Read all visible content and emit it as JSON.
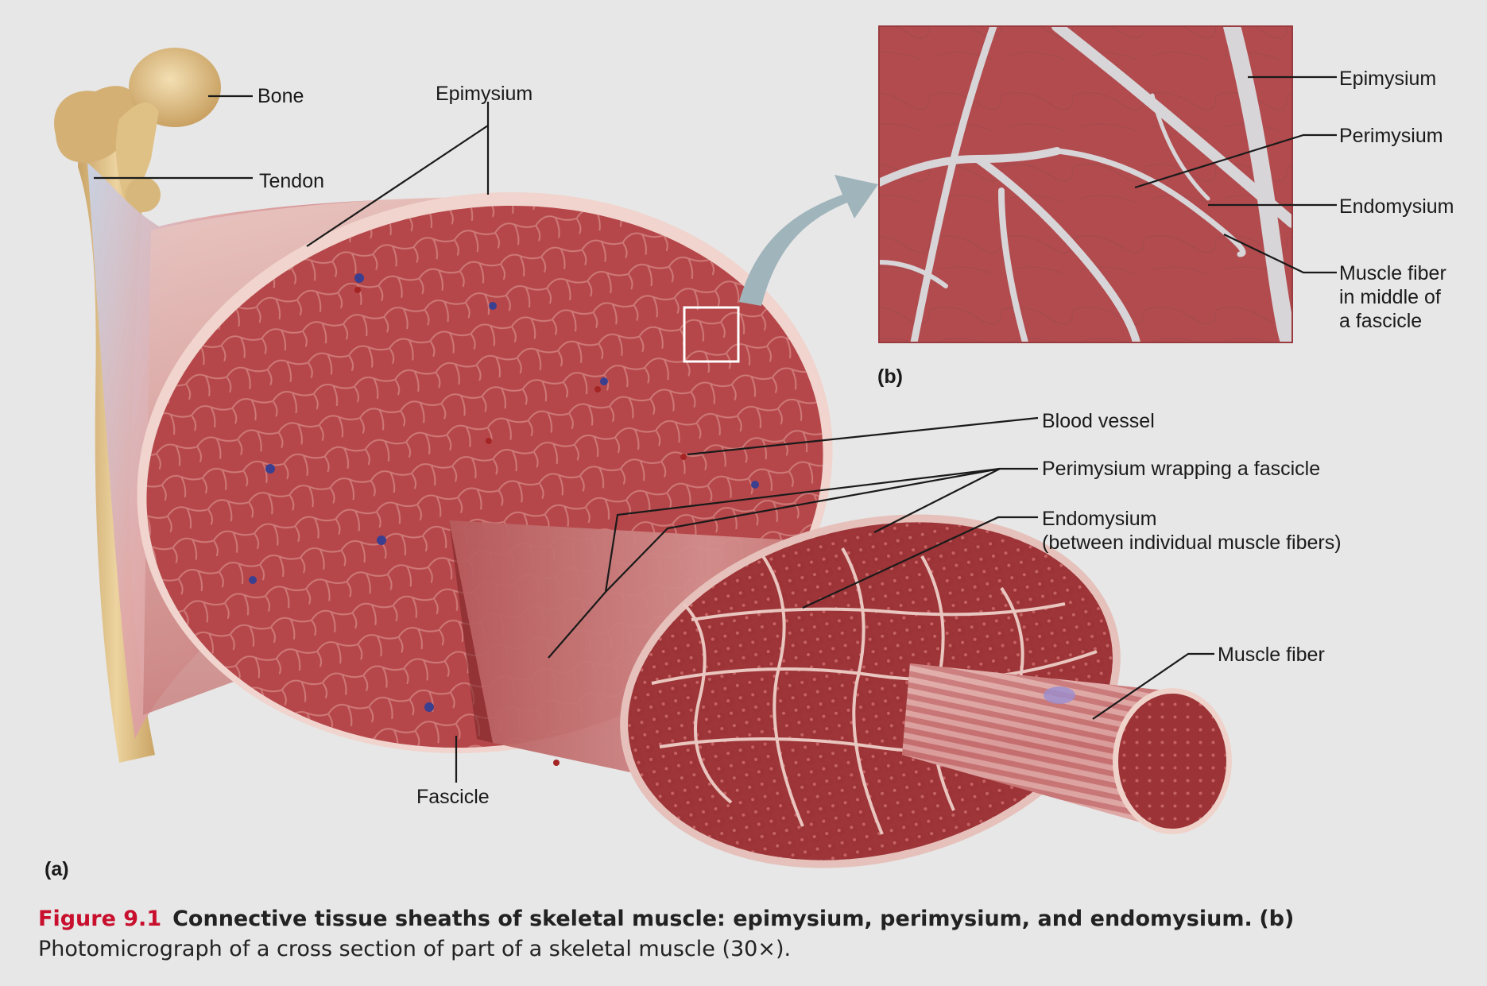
{
  "labels": {
    "bone": "Bone",
    "tendon": "Tendon",
    "epimysium_a": "Epimysium",
    "fascicle": "Fascicle",
    "blood_vessel": "Blood vessel",
    "perimysium_wrapping": "Perimysium wrapping a fascicle",
    "endomysium_a_line1": "Endomysium",
    "endomysium_a_line2": "(between individual muscle fibers)",
    "muscle_fiber": "Muscle fiber",
    "epimysium_b": "Epimysium",
    "perimysium_b": "Perimysium",
    "endomysium_b": "Endomysium",
    "muscle_fiber_middle_line1": "Muscle fiber",
    "muscle_fiber_middle_line2": "in middle of",
    "muscle_fiber_middle_line3": "a fascicle"
  },
  "panels": {
    "a": "(a)",
    "b": "(b)"
  },
  "caption": {
    "number": "Figure 9.1",
    "title": "Connective tissue sheaths of skeletal muscle: epimysium, perimysium, and endomysium.",
    "part_b": "(b)",
    "description": "Photomicrograph of a cross section of part of a skeletal muscle (30×)."
  },
  "colors": {
    "background": "#e7e7e7",
    "muscle": "#b5474a",
    "muscle_dark": "#8e2f33",
    "sheath": "#f1d6cf",
    "bone": "#e3c68e",
    "figure_number": "#c8102e",
    "arrow": "#9fb4bb"
  }
}
